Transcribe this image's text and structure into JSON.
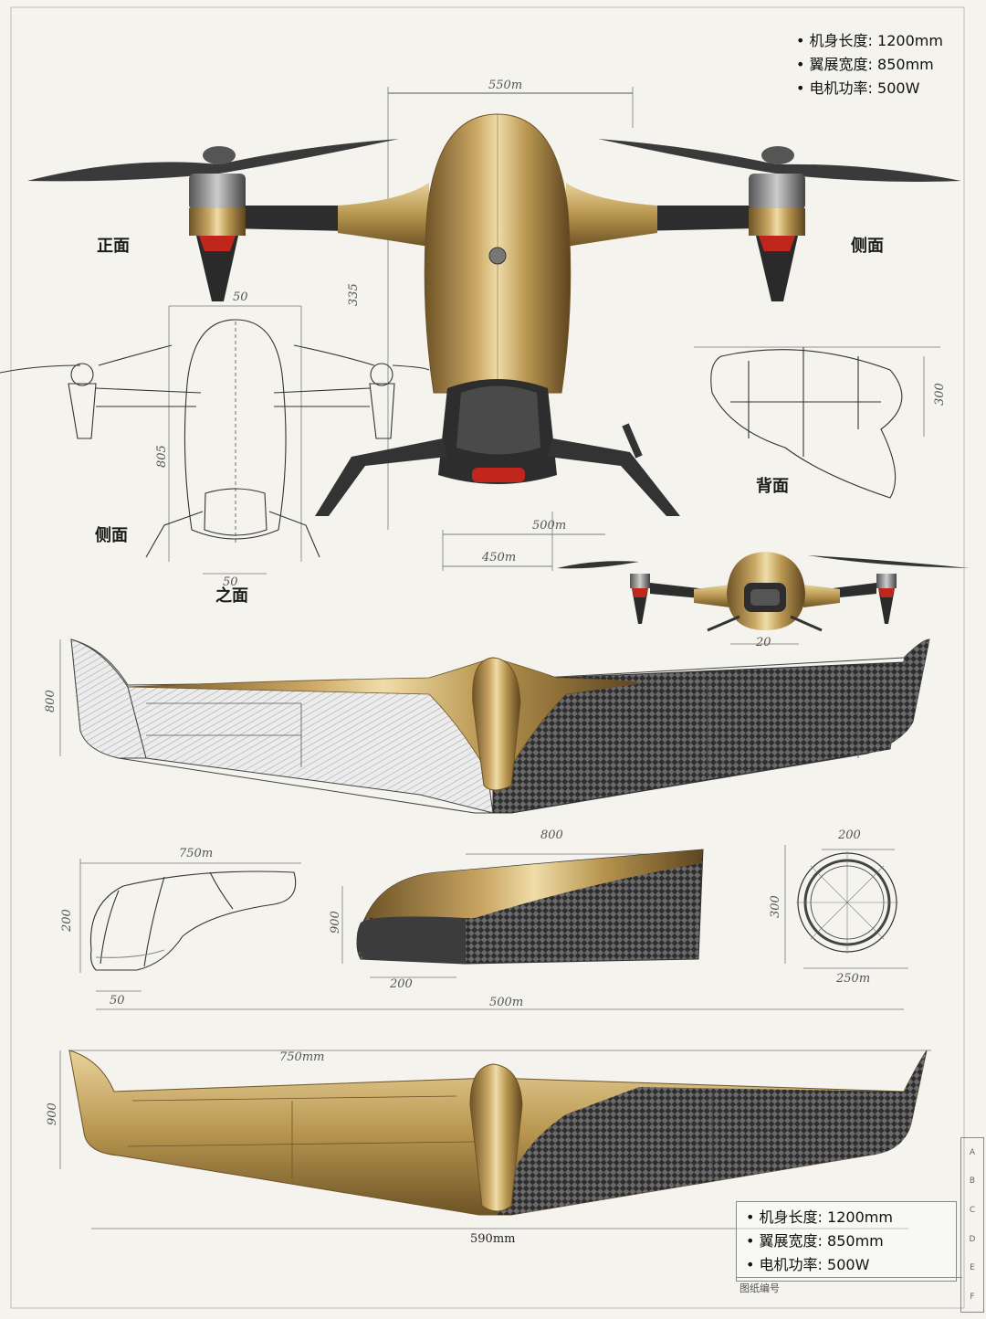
{
  "specs_top": [
    {
      "name": "机身长度",
      "value": "1200mm"
    },
    {
      "name": "翼展宽度",
      "value": "850mm"
    },
    {
      "name": "电机功率",
      "value": "500W"
    }
  ],
  "specs_bottom": [
    {
      "name": "机身长度",
      "value": "1200mm"
    },
    {
      "name": "翼展宽度",
      "value": "850mm"
    },
    {
      "name": "电机功率",
      "value": "500W"
    }
  ],
  "view_labels": {
    "front": "正面",
    "side_right": "侧面",
    "side_left": "侧面",
    "back": "背面",
    "bottom": "之面"
  },
  "dimensions": {
    "top_width": "550m",
    "mid_width": "500m",
    "leg_span": "450m",
    "sketch_top": "50",
    "sketch_height": "805",
    "body_height": "335",
    "sketch_bottom": "50",
    "small_drone": "20",
    "profile_height": "300",
    "wing1_height": "800",
    "tail_length": "750m",
    "tail_height": "200",
    "tail_base": "50",
    "nose_length": "800",
    "nose_height": "900",
    "nose_base": "200",
    "ring_top": "200",
    "ring_height": "300",
    "ring_width": "250m",
    "span_length": "500m",
    "wing2_top": "750mm",
    "wing2_height": "900",
    "wing2_span": "590mm"
  },
  "titleblock_marks": [
    "A",
    "B",
    "C",
    "D",
    "E",
    "F"
  ],
  "footer_text": "图纸编号",
  "colors": {
    "gold": "#b8964f",
    "gold_light": "#e3c98e",
    "gold_dark": "#6e5326",
    "carbon": "#2b2b2b",
    "accent_red": "#c0261c",
    "line": "#444444"
  }
}
